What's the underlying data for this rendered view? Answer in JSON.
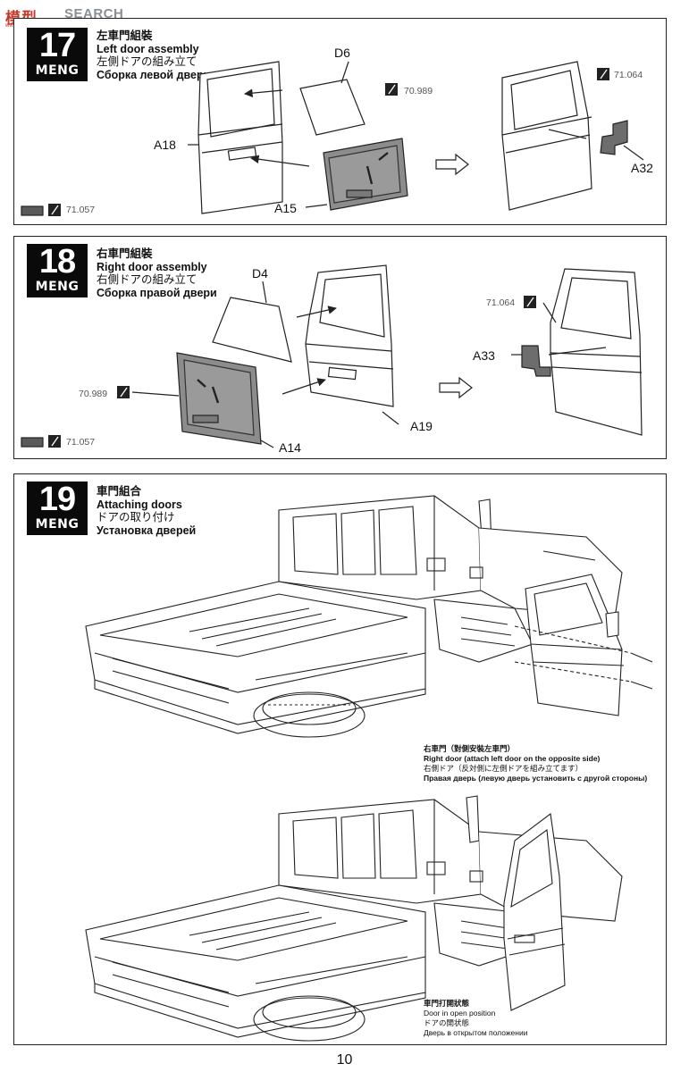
{
  "watermark": {
    "logo": "模型",
    "site": "SEARCH",
    "sub": "www.moxing.net"
  },
  "steps": [
    {
      "number": "17",
      "brand": "MENG",
      "title_cn": "左車門組裝",
      "title_en": "Left door assembly",
      "title_jp": "左側ドアの組み立て",
      "title_ru": "Сборка левой двери",
      "parts": [
        "D6",
        "A18",
        "A15",
        "A32"
      ],
      "paint_codes": [
        "70.989",
        "71.064",
        "71.057"
      ]
    },
    {
      "number": "18",
      "brand": "MENG",
      "title_cn": "右車門組裝",
      "title_en": "Right door assembly",
      "title_jp": "右側ドアの組み立て",
      "title_ru": "Сборка правой двери",
      "parts": [
        "D4",
        "A33",
        "A19",
        "A14"
      ],
      "paint_codes": [
        "71.064",
        "70.989",
        "71.057"
      ]
    },
    {
      "number": "19",
      "brand": "MENG",
      "title_cn": "車門組合",
      "title_en": "Attaching doors",
      "title_jp": "ドアの取り付け",
      "title_ru": "Установка дверей",
      "notes": [
        {
          "cn": "右車門（對側安裝左車門）",
          "en": "Right door (attach left door on the opposite side)",
          "jp": "右側ドア（反対側に左側ドアを組み立てます）",
          "ru": "Правая дверь (левую дверь установить с другой стороны)"
        },
        {
          "cn": "車門打開狀態",
          "en": "Door in open position",
          "jp": "ドアの開状態",
          "ru": "Дверь в открытом положении"
        }
      ]
    }
  ],
  "page_number": "10",
  "colors": {
    "ink": "#111111",
    "panel_border": "#222222",
    "part_fill": "#8c8c8c",
    "dark_part": "#5a5a5a",
    "brand_red": "#c23a2a"
  }
}
